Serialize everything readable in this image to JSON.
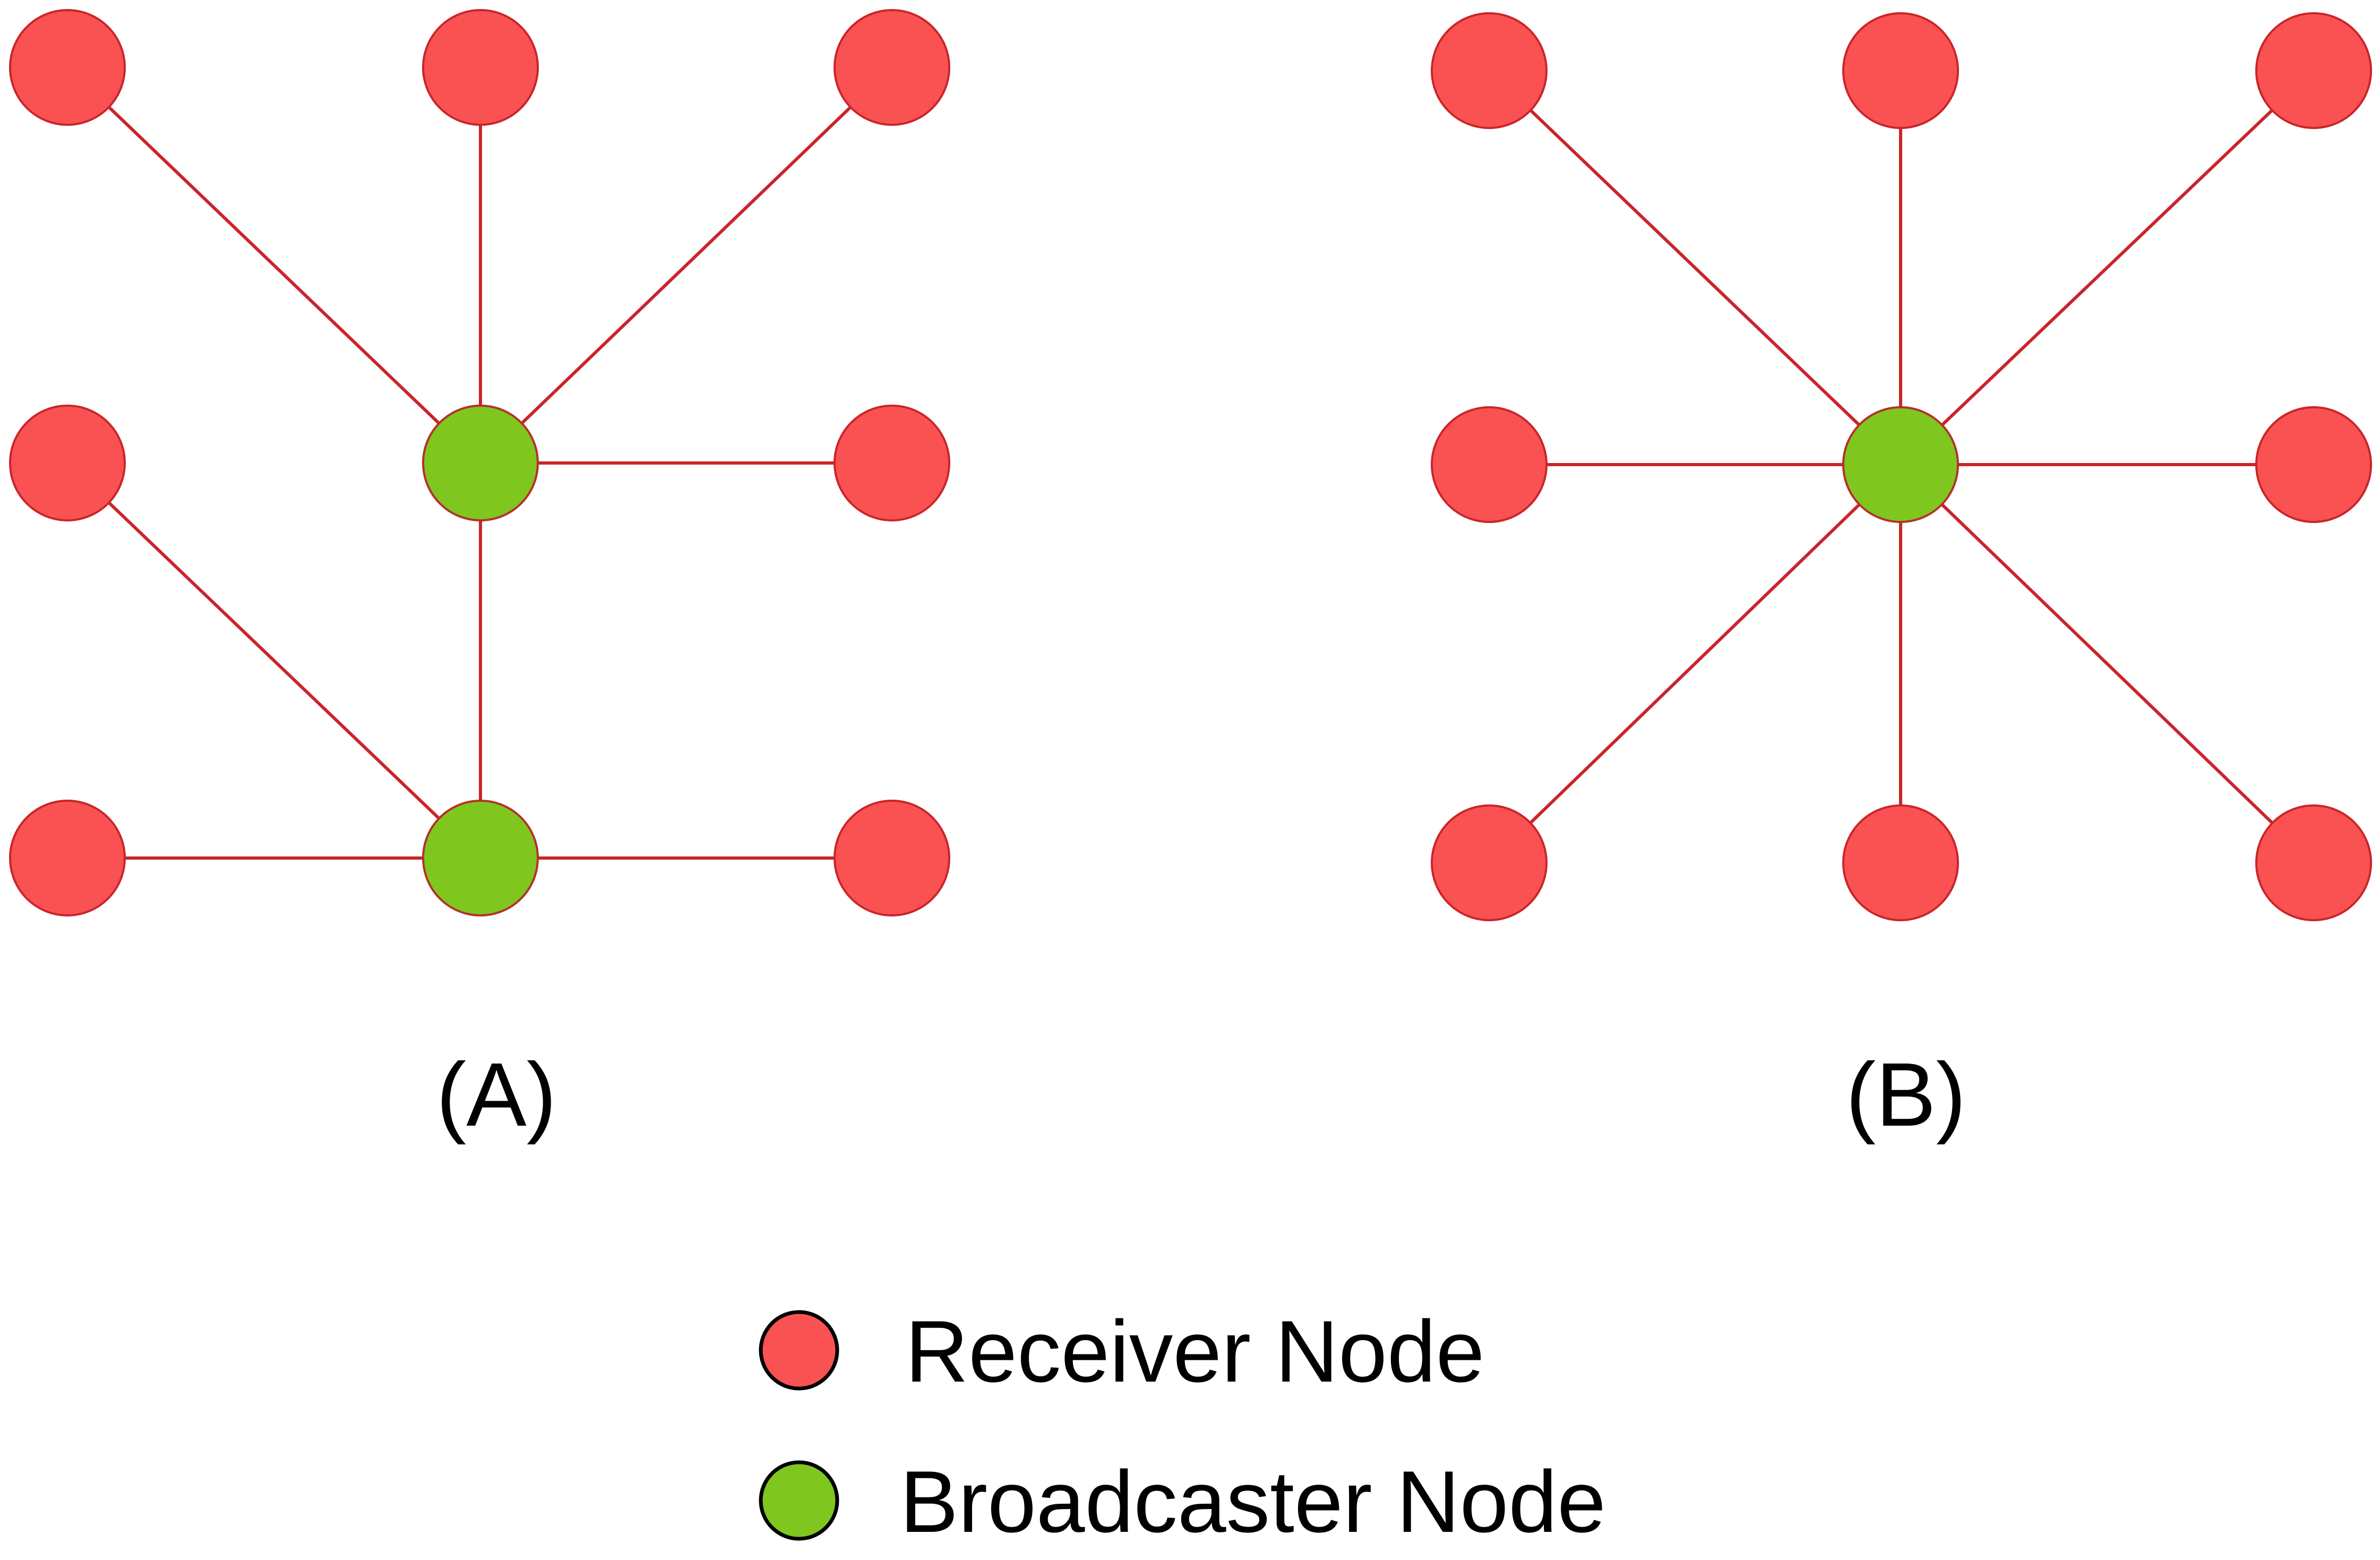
{
  "colors": {
    "receiver_fill": "#fa5252",
    "receiver_stroke": "#c9252a",
    "broadcaster_fill": "#7fc61e",
    "broadcaster_stroke": "#b3312a",
    "edge": "#c9252a",
    "legend_stroke": "#000000"
  },
  "panels": [
    {
      "label": "(A)",
      "nodes": [
        {
          "id": "A-r1",
          "role": "receiver"
        },
        {
          "id": "A-r2",
          "role": "receiver"
        },
        {
          "id": "A-r3",
          "role": "receiver"
        },
        {
          "id": "A-r4",
          "role": "receiver"
        },
        {
          "id": "A-b1",
          "role": "broadcaster"
        },
        {
          "id": "A-r5",
          "role": "receiver"
        },
        {
          "id": "A-r6",
          "role": "receiver"
        },
        {
          "id": "A-b2",
          "role": "broadcaster"
        },
        {
          "id": "A-r7",
          "role": "receiver"
        }
      ],
      "edges": [
        [
          "A-r1",
          "A-b1"
        ],
        [
          "A-r2",
          "A-b1"
        ],
        [
          "A-r3",
          "A-b1"
        ],
        [
          "A-b1",
          "A-r5"
        ],
        [
          "A-b1",
          "A-b2"
        ],
        [
          "A-r4",
          "A-b2"
        ],
        [
          "A-r6",
          "A-b2"
        ],
        [
          "A-b2",
          "A-r7"
        ]
      ]
    },
    {
      "label": "(B)",
      "nodes": [
        {
          "id": "B-r1",
          "role": "receiver"
        },
        {
          "id": "B-r2",
          "role": "receiver"
        },
        {
          "id": "B-r3",
          "role": "receiver"
        },
        {
          "id": "B-r4",
          "role": "receiver"
        },
        {
          "id": "B-b1",
          "role": "broadcaster"
        },
        {
          "id": "B-r5",
          "role": "receiver"
        },
        {
          "id": "B-r6",
          "role": "receiver"
        },
        {
          "id": "B-r7",
          "role": "receiver"
        },
        {
          "id": "B-r8",
          "role": "receiver"
        }
      ],
      "edges": [
        [
          "B-r1",
          "B-b1"
        ],
        [
          "B-r2",
          "B-b1"
        ],
        [
          "B-r3",
          "B-b1"
        ],
        [
          "B-r4",
          "B-b1"
        ],
        [
          "B-b1",
          "B-r5"
        ],
        [
          "B-b1",
          "B-r6"
        ],
        [
          "B-b1",
          "B-r7"
        ],
        [
          "B-b1",
          "B-r8"
        ]
      ]
    }
  ],
  "legend": {
    "receiver_label": "Receiver Node",
    "broadcaster_label": "Broadcaster Node"
  }
}
